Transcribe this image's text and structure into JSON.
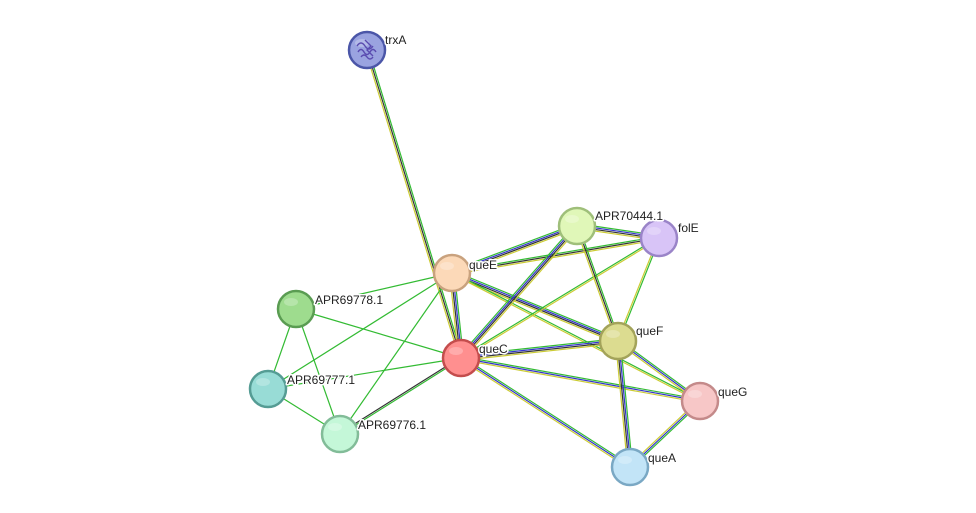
{
  "network": {
    "nodes": [
      {
        "id": "trxA",
        "label": "trxA",
        "fill": "#9aa3e0",
        "stroke": "#4b56a8",
        "has_structure": true
      },
      {
        "id": "queE",
        "label": "queE",
        "fill": "#fcd9b8",
        "stroke": "#c9a27e"
      },
      {
        "id": "APR70444.1",
        "label": "APR70444.1",
        "fill": "#e0f7b8",
        "stroke": "#9fbf7a"
      },
      {
        "id": "folE",
        "label": "folE",
        "fill": "#d8c4f7",
        "stroke": "#9a84c8"
      },
      {
        "id": "APR69778.1",
        "label": "APR69778.1",
        "fill": "#9edc8e",
        "stroke": "#5a9c52"
      },
      {
        "id": "queC",
        "label": "queC",
        "fill": "#ff8f8f",
        "stroke": "#c44d4d"
      },
      {
        "id": "queF",
        "label": "queF",
        "fill": "#dcdc90",
        "stroke": "#a3a35a"
      },
      {
        "id": "APR69777.1",
        "label": "APR69777.1",
        "fill": "#98dcd6",
        "stroke": "#559c94"
      },
      {
        "id": "queG",
        "label": "queG",
        "fill": "#f7c7c7",
        "stroke": "#c48a8a"
      },
      {
        "id": "APR69776.1",
        "label": "APR69776.1",
        "fill": "#c4f7d8",
        "stroke": "#82bc98"
      },
      {
        "id": "queA",
        "label": "queA",
        "fill": "#c2e4f7",
        "stroke": "#7aa8c4"
      }
    ],
    "edges": [
      {
        "source": "trxA",
        "target": "queC",
        "colors": [
          "#33bb33",
          "#333333",
          "#cccc33"
        ]
      },
      {
        "source": "queE",
        "target": "queC",
        "colors": [
          "#33bb33",
          "#3333cc",
          "#333333",
          "#cccc33"
        ]
      },
      {
        "source": "queE",
        "target": "APR70444.1",
        "colors": [
          "#33bb33",
          "#3333cc",
          "#333333",
          "#cccc33"
        ]
      },
      {
        "source": "queE",
        "target": "folE",
        "colors": [
          "#33bb33",
          "#333333",
          "#cccc33"
        ]
      },
      {
        "source": "queE",
        "target": "queF",
        "colors": [
          "#33bb33",
          "#3333cc",
          "#333333",
          "#cccc33"
        ]
      },
      {
        "source": "queE",
        "target": "queG",
        "colors": [
          "#33bb33",
          "#cccc33"
        ]
      },
      {
        "source": "queE",
        "target": "APR69778.1",
        "colors": [
          "#33bb33"
        ]
      },
      {
        "source": "queE",
        "target": "APR69777.1",
        "colors": [
          "#33bb33"
        ]
      },
      {
        "source": "queE",
        "target": "APR69776.1",
        "colors": [
          "#33bb33"
        ]
      },
      {
        "source": "queC",
        "target": "APR70444.1",
        "colors": [
          "#33bb33",
          "#3333cc",
          "#333333",
          "#cccc33"
        ]
      },
      {
        "source": "queC",
        "target": "folE",
        "colors": [
          "#33bb33",
          "#cccc33"
        ]
      },
      {
        "source": "queC",
        "target": "queF",
        "colors": [
          "#33bb33",
          "#3333cc",
          "#333333",
          "#cccc33"
        ]
      },
      {
        "source": "queC",
        "target": "queG",
        "colors": [
          "#33bb33",
          "#3333cc",
          "#cccc33"
        ]
      },
      {
        "source": "queC",
        "target": "queA",
        "colors": [
          "#33bb33",
          "#3333cc",
          "#cccc33"
        ]
      },
      {
        "source": "queC",
        "target": "APR69778.1",
        "colors": [
          "#33bb33"
        ]
      },
      {
        "source": "queC",
        "target": "APR69777.1",
        "colors": [
          "#33bb33"
        ]
      },
      {
        "source": "queC",
        "target": "APR69776.1",
        "colors": [
          "#33bb33",
          "#333333"
        ]
      },
      {
        "source": "APR70444.1",
        "target": "folE",
        "colors": [
          "#33bb33",
          "#3333cc",
          "#333333",
          "#cccc33"
        ]
      },
      {
        "source": "APR70444.1",
        "target": "queF",
        "colors": [
          "#33bb33",
          "#333333",
          "#cccc33"
        ]
      },
      {
        "source": "folE",
        "target": "queF",
        "colors": [
          "#33bb33",
          "#cccc33"
        ]
      },
      {
        "source": "queF",
        "target": "queG",
        "colors": [
          "#33bb33",
          "#3333cc",
          "#cccc33"
        ]
      },
      {
        "source": "queF",
        "target": "queA",
        "colors": [
          "#33bb33",
          "#3333cc",
          "#333333",
          "#cccc33"
        ]
      },
      {
        "source": "queG",
        "target": "queA",
        "colors": [
          "#33bb33",
          "#3333cc",
          "#cccc33"
        ]
      },
      {
        "source": "APR69778.1",
        "target": "APR69777.1",
        "colors": [
          "#33bb33"
        ]
      },
      {
        "source": "APR69778.1",
        "target": "APR69776.1",
        "colors": [
          "#33bb33"
        ]
      },
      {
        "source": "APR69777.1",
        "target": "APR69776.1",
        "colors": [
          "#33bb33"
        ]
      }
    ]
  }
}
